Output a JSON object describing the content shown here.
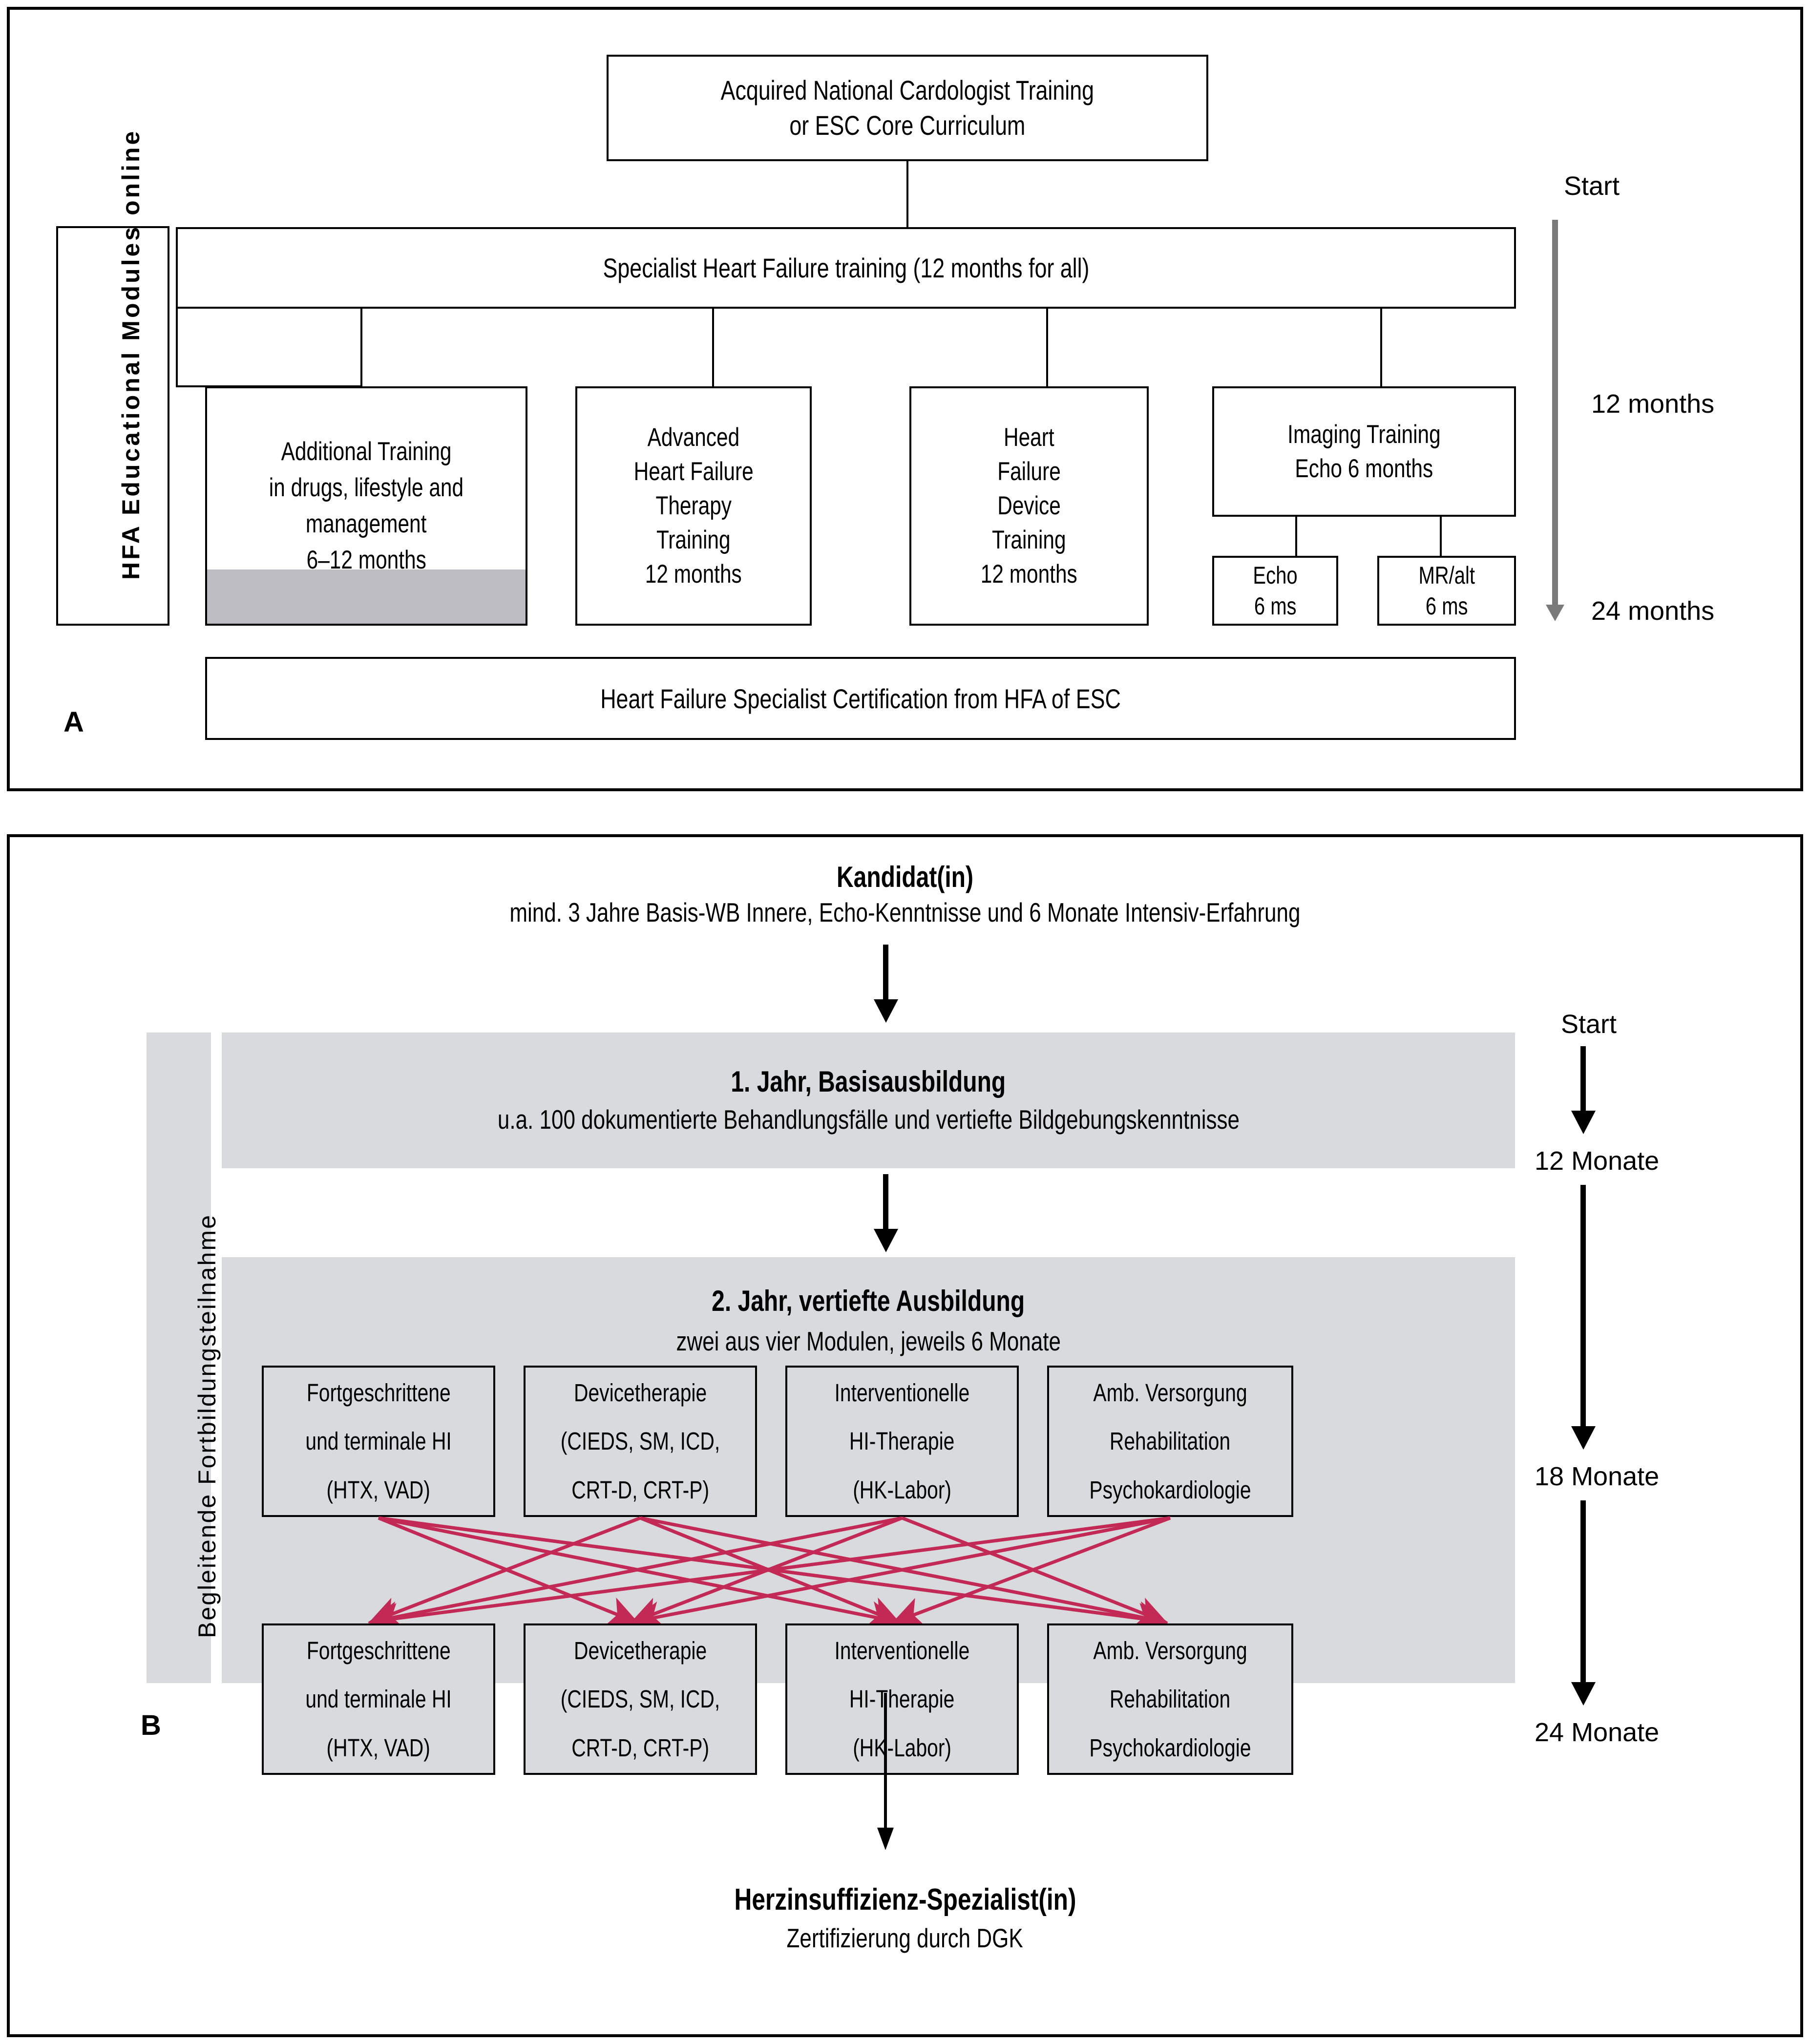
{
  "panelA": {
    "letter": "A",
    "side_label": "HFA Educational Modules online",
    "top_box": {
      "line1": "Acquired National Cardologist Training",
      "line2": "or ESC Core Curriculum"
    },
    "band": "Specialist Heart Failure training (12 months for all)",
    "columns": [
      {
        "lines": [
          "Additional Training",
          "in drugs, lifestyle and",
          "management",
          "6–12 months"
        ],
        "has_grey_footer": true
      },
      {
        "lines": [
          "Advanced",
          "Heart Failure",
          "Therapy",
          "Training",
          "12 months"
        ],
        "has_grey_footer": false
      },
      {
        "lines": [
          "Heart",
          "Failure",
          "Device",
          "Training",
          "12 months"
        ],
        "has_grey_footer": false
      },
      {
        "lines": [
          "Imaging Training",
          "Echo 6 months"
        ],
        "has_grey_footer": false
      }
    ],
    "sub_boxes": [
      {
        "lines": [
          "Echo",
          "6 ms"
        ]
      },
      {
        "lines": [
          "MR/alt",
          "6 ms"
        ]
      }
    ],
    "footer": "Heart Failure Specialist Certification from HFA of ESC",
    "timeline": {
      "start": "Start",
      "mid": "12 months",
      "end": "24 months"
    }
  },
  "panelB": {
    "letter": "B",
    "side_label": "Begleitende Fortbildungsteilnahme",
    "header": {
      "title": "Kandidat(in)",
      "subtitle": "mind. 3 Jahre Basis-WB Innere, Echo-Kenntnisse und 6 Monate Intensiv-Erfahrung"
    },
    "year1": {
      "title": "1. Jahr, Basisausbildung",
      "subtitle": "u.a. 100 dokumentierte Behandlungsfälle und vertiefte Bildgebungskenntnisse"
    },
    "year2": {
      "title": "2. Jahr, vertiefte Ausbildung",
      "subtitle": "zwei aus vier Modulen, jeweils 6 Monate"
    },
    "modules_top": [
      {
        "lines": [
          "Fortgeschrittene",
          "und terminale HI",
          "(HTX, VAD)"
        ]
      },
      {
        "lines": [
          "Devicetherapie",
          "(CIEDS, SM, ICD,",
          "CRT-D, CRT-P)"
        ]
      },
      {
        "lines": [
          "Interventionelle",
          "HI-Therapie",
          "(HK-Labor)"
        ]
      },
      {
        "lines": [
          "Amb. Versorgung",
          "Rehabilitation",
          "Psychokardiologie"
        ]
      }
    ],
    "modules_bottom": [
      {
        "lines": [
          "Fortgeschrittene",
          "und terminale HI",
          "(HTX, VAD)"
        ]
      },
      {
        "lines": [
          "Devicetherapie",
          "(CIEDS, SM, ICD,",
          "CRT-D, CRT-P)"
        ]
      },
      {
        "lines": [
          "Interventionelle",
          "HI-Therapie",
          "(HK-Labor)"
        ]
      },
      {
        "lines": [
          "Amb. Versorgung",
          "Rehabilitation",
          "Psychokardiologie"
        ]
      }
    ],
    "footer": {
      "title": "Herzinsuffizienz-Spezialist(in)",
      "subtitle": "Zertifizierung durch DGK"
    },
    "timeline": {
      "start": "Start",
      "t12": "12 Monate",
      "t18": "18 Monate",
      "t24": "24 Monate"
    }
  },
  "colors": {
    "link_arrow": "#c22a55",
    "grey_panel": "#d8dade",
    "grey_fill": "#bcbcc2",
    "grey_arrow": "#7a7a7a",
    "border": "#000000"
  }
}
